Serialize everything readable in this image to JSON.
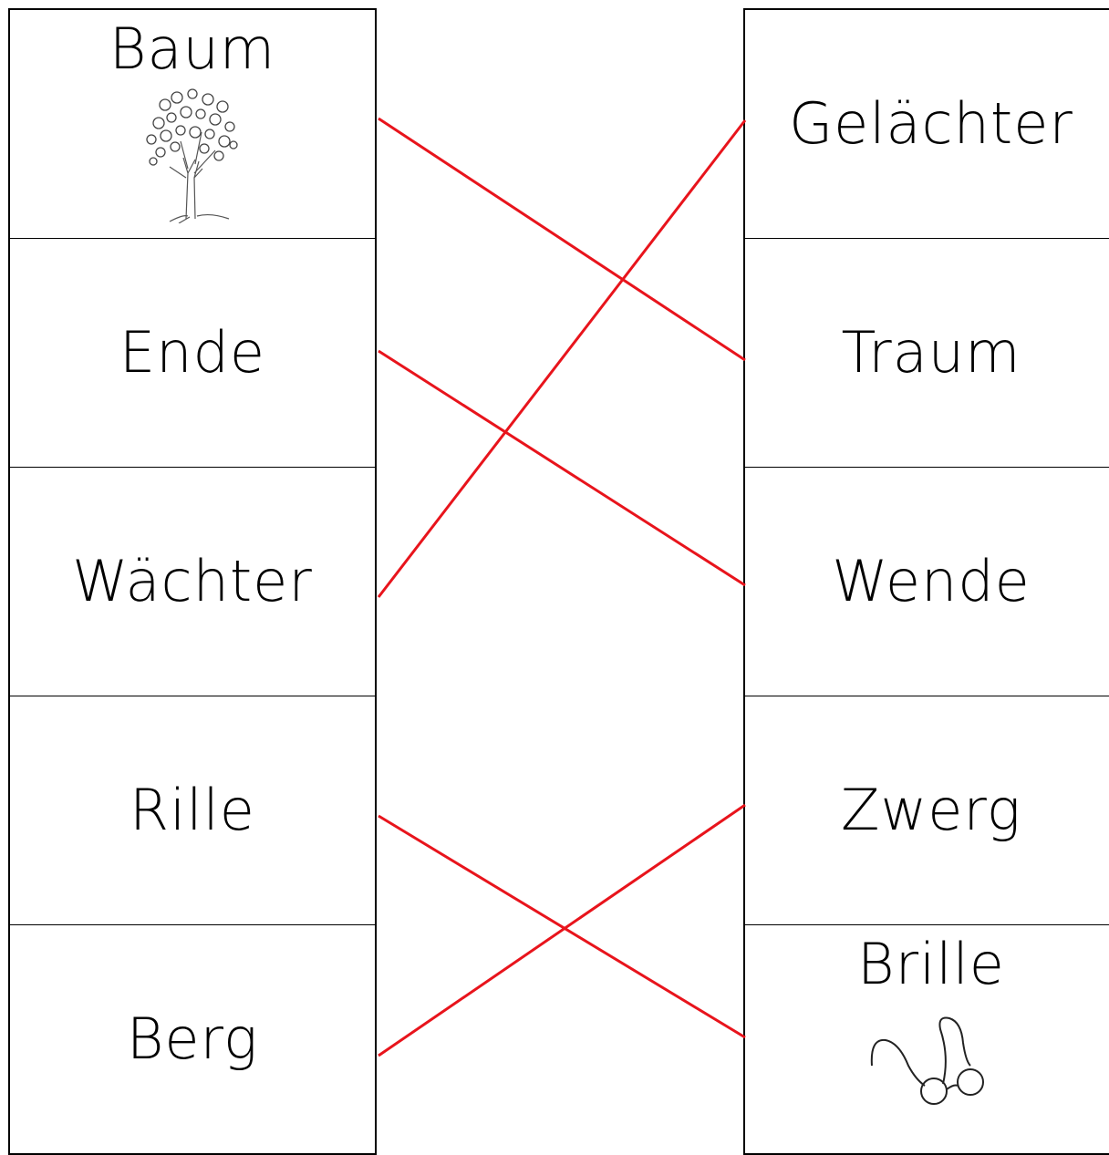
{
  "left_words": [
    "Baum",
    "Ende",
    "Wächter",
    "Rille",
    "Berg"
  ],
  "right_words": [
    "Gelächter",
    "Traum",
    "Wende",
    "Zwerg",
    "Brille"
  ],
  "pictures": {
    "left_0": "tree-icon",
    "right_4": "glasses-icon"
  },
  "connections": [
    {
      "from": "Baum",
      "to": "Traum"
    },
    {
      "from": "Ende",
      "to": "Wende"
    },
    {
      "from": "Wächter",
      "to": "Gelächter"
    },
    {
      "from": "Rille",
      "to": "Brille"
    },
    {
      "from": "Berg",
      "to": "Zwerg"
    }
  ],
  "colors": {
    "line": "#e8141c",
    "border": "#000000"
  }
}
